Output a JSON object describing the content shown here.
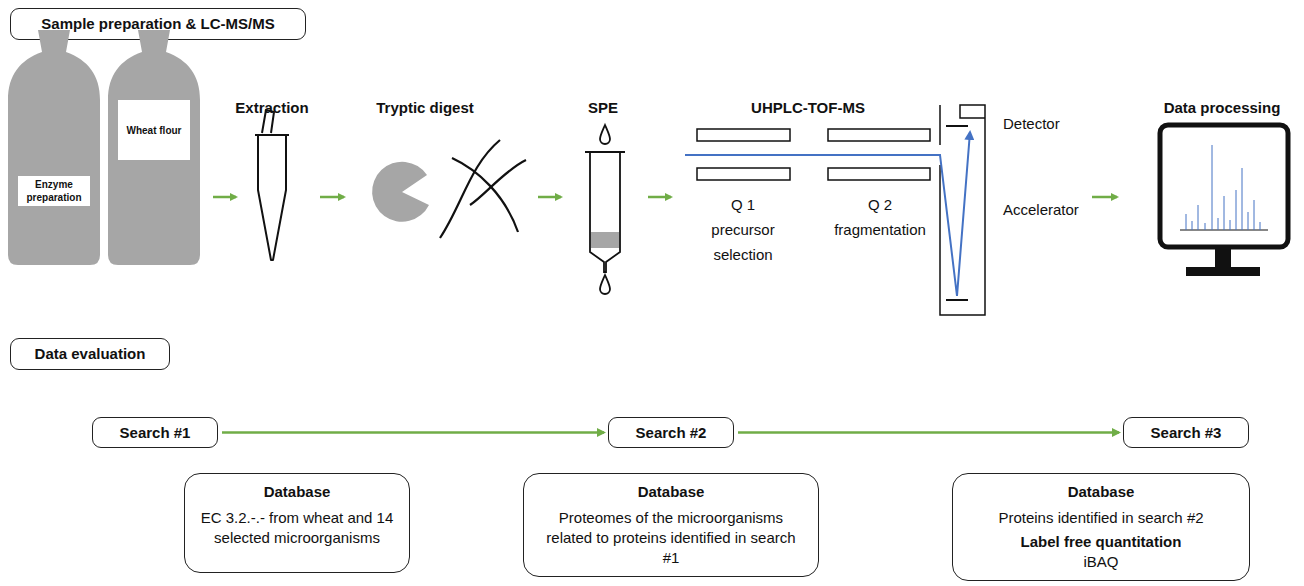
{
  "diagram": {
    "nodes": [
      {
        "text": [
          "Sample preparation & LC-MS/MS"
        ]
      },
      {
        "text": [
          "Enzyme preparation"
        ]
      },
      {
        "text": [
          "Wheat flour"
        ]
      },
      {
        "text": [
          "Data evaluation"
        ]
      },
      {
        "text": [
          "Search #1"
        ]
      },
      {
        "text": [
          "Database",
          "EC 3.2.-.- from wheat and 14 selected microorganisms"
        ]
      },
      {
        "text": [
          "Search #2"
        ]
      },
      {
        "text": [
          "Database",
          "Proteomes of the microorganisms related to proteins identified in search #1"
        ]
      },
      {
        "text": [
          "Search #3"
        ]
      },
      {
        "text": [
          "Database",
          "Proteins identified in search #2",
          "Label free quantitation",
          "iBAQ"
        ]
      }
    ],
    "edges": [
      {
        "from": 4,
        "to": 6,
        "arrow": "to"
      },
      {
        "from": 6,
        "to": 8,
        "arrow": "to"
      }
    ],
    "labels": [
      "Extraction",
      "Tryptic digest",
      "SPE",
      "UHPLC-TOF-MS",
      "Data processing",
      "Q 1 precursor selection",
      "Q 2 fragmentation",
      "Detector",
      "Accelerator"
    ]
  }
}
